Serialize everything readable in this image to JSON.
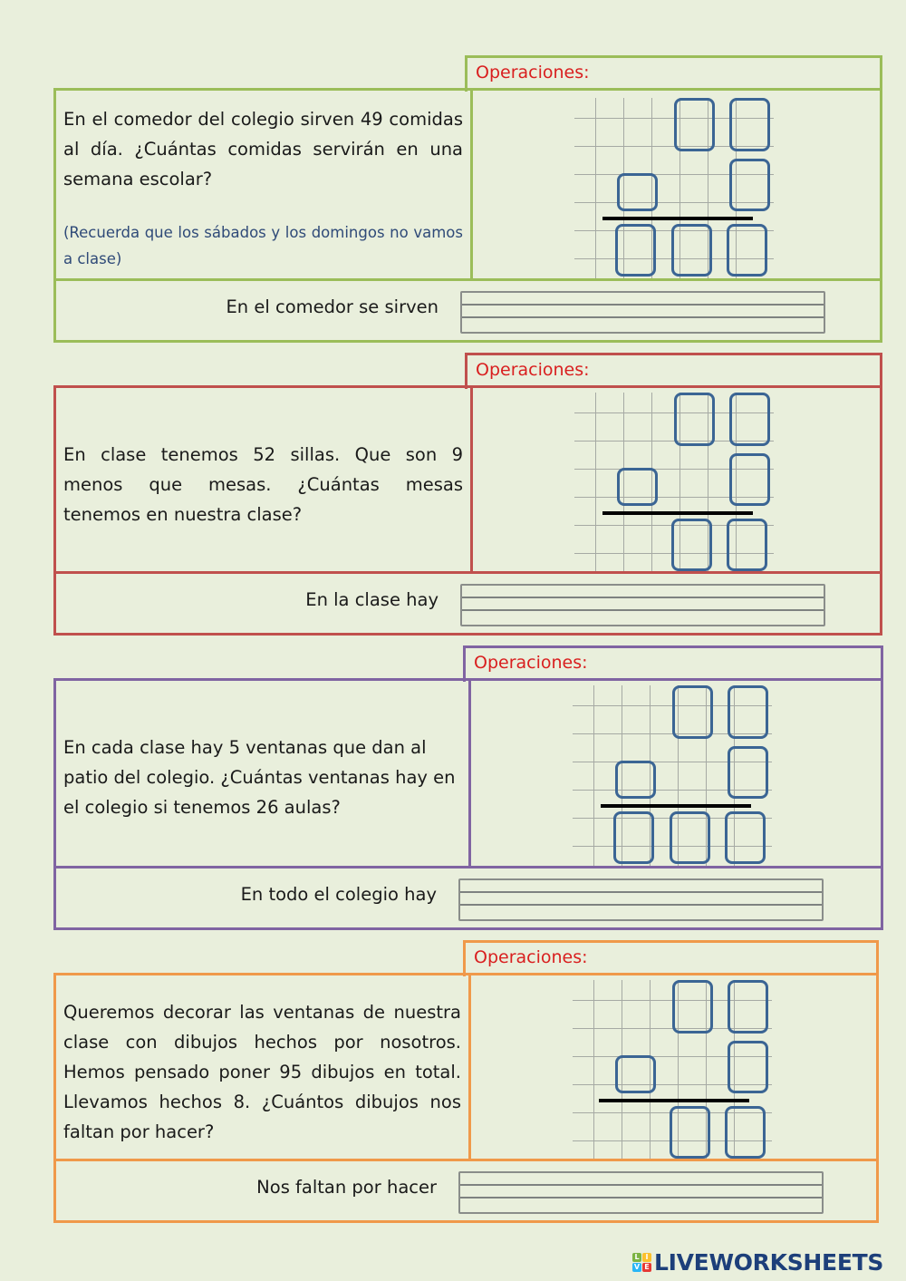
{
  "worksheet": {
    "operations_label": "Operaciones:",
    "problems": [
      {
        "id": 1,
        "border_color": "#9bbd59",
        "question": "En el comedor del colegio sirven 49 comidas al día. ¿Cuántas comidas servirán en una semana escolar?",
        "note": "(Recuerda que los sábados y los domingos no vamos a clase)",
        "answer_label": "En el comedor se sirven",
        "answer_value": "",
        "operation": "multiplication",
        "boxes": {
          "top_row": 2,
          "second_row_left": 1,
          "second_row_right": 1,
          "result_row": 3
        }
      },
      {
        "id": 2,
        "border_color": "#c0504d",
        "question": "En clase tenemos 52 sillas. Que son 9 menos que mesas. ¿Cuántas mesas tenemos en nuestra clase?",
        "answer_label": "En la clase hay",
        "answer_value": "",
        "operation": "addition",
        "boxes": {
          "top_row": 2,
          "second_row_left": 1,
          "second_row_right": 1,
          "result_row": 2
        }
      },
      {
        "id": 3,
        "border_color": "#8064a2",
        "question": "En cada clase hay 5 ventanas que dan al patio del colegio. ¿Cuántas ventanas hay en el colegio si tenemos 26 aulas?",
        "answer_label": "En todo el colegio hay",
        "answer_value": "",
        "operation": "multiplication",
        "boxes": {
          "top_row": 2,
          "second_row_left": 1,
          "second_row_right": 1,
          "result_row": 3
        }
      },
      {
        "id": 4,
        "border_color": "#f0994a",
        "question": "Queremos decorar las ventanas de nuestra clase con dibujos hechos por nosotros. Hemos pensado poner 95 dibujos en total. Llevamos hechos 8. ¿Cuántos dibujos nos faltan por hacer?",
        "answer_label": "Nos faltan por hacer",
        "answer_value": "",
        "operation": "subtraction",
        "boxes": {
          "top_row": 2,
          "second_row_left": 1,
          "second_row_right": 1,
          "result_row": 2
        }
      }
    ]
  },
  "colors": {
    "page_background": "#e9efdc",
    "operations_label": "#d91f1f",
    "note_text": "#2f4a78",
    "digit_box": "#3b6594"
  },
  "footer": {
    "logo_letters": [
      "L",
      "I",
      "V",
      "E"
    ],
    "logo_text": "LIVEWORKSHEETS"
  }
}
